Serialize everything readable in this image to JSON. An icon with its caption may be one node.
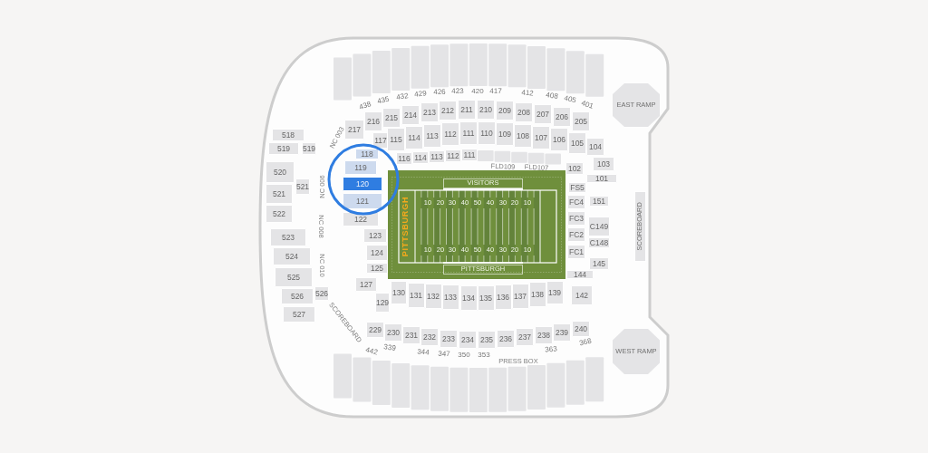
{
  "diagram": {
    "nodes": [
      {
        "text": [
          "217"
        ]
      },
      {
        "text": [
          "216"
        ]
      },
      {
        "text": [
          "215"
        ]
      },
      {
        "text": [
          "214"
        ]
      },
      {
        "text": [
          "213"
        ]
      },
      {
        "text": [
          "212"
        ]
      },
      {
        "text": [
          "211"
        ]
      },
      {
        "text": [
          "210"
        ]
      },
      {
        "text": [
          "209"
        ]
      },
      {
        "text": [
          "208"
        ]
      },
      {
        "text": [
          "207"
        ]
      },
      {
        "text": [
          "206"
        ]
      },
      {
        "text": [
          "205"
        ]
      },
      {
        "text": [
          "EAST RAMP"
        ]
      },
      {
        "text": [
          "117"
        ]
      },
      {
        "text": [
          "115"
        ]
      },
      {
        "text": [
          "114"
        ]
      },
      {
        "text": [
          "113"
        ]
      },
      {
        "text": [
          "112"
        ]
      },
      {
        "text": [
          "111"
        ]
      },
      {
        "text": [
          "110"
        ]
      },
      {
        "text": [
          "109"
        ]
      },
      {
        "text": [
          "108"
        ]
      },
      {
        "text": [
          "107"
        ]
      },
      {
        "text": [
          "106"
        ]
      },
      {
        "text": [
          "105"
        ]
      },
      {
        "text": [
          "104"
        ]
      },
      {
        "text": [
          "103"
        ]
      },
      {
        "text": [
          "116"
        ]
      },
      {
        "text": [
          "114"
        ]
      },
      {
        "text": [
          "113"
        ]
      },
      {
        "text": [
          "112"
        ]
      },
      {
        "text": [
          "111"
        ]
      },
      {
        "text": [
          "102"
        ]
      },
      {
        "text": [
          "101"
        ]
      },
      {
        "text": [
          "518"
        ]
      },
      {
        "text": [
          "519"
        ]
      },
      {
        "text": [
          "519"
        ]
      },
      {
        "text": [
          "520"
        ]
      },
      {
        "text": [
          "521"
        ]
      },
      {
        "text": [
          "521"
        ]
      },
      {
        "text": [
          "522"
        ]
      },
      {
        "text": [
          "523"
        ]
      },
      {
        "text": [
          "524"
        ]
      },
      {
        "text": [
          "525"
        ]
      },
      {
        "text": [
          "526"
        ]
      },
      {
        "text": [
          "526"
        ]
      },
      {
        "text": [
          "527"
        ]
      },
      {
        "text": [
          "118"
        ]
      },
      {
        "text": [
          "119"
        ]
      },
      {
        "text": [
          "120"
        ]
      },
      {
        "text": [
          "121"
        ]
      },
      {
        "text": [
          "122"
        ]
      },
      {
        "text": [
          "123"
        ]
      },
      {
        "text": [
          "124"
        ]
      },
      {
        "text": [
          "125"
        ]
      },
      {
        "text": [
          "127"
        ]
      },
      {
        "text": [
          "129"
        ]
      },
      {
        "text": [
          "130"
        ]
      },
      {
        "text": [
          "131"
        ]
      },
      {
        "text": [
          "132"
        ]
      },
      {
        "text": [
          "133"
        ]
      },
      {
        "text": [
          "134"
        ]
      },
      {
        "text": [
          "135"
        ]
      },
      {
        "text": [
          "136"
        ]
      },
      {
        "text": [
          "137"
        ]
      },
      {
        "text": [
          "138"
        ]
      },
      {
        "text": [
          "139"
        ]
      },
      {
        "text": [
          "142"
        ]
      },
      {
        "text": [
          "144"
        ]
      },
      {
        "text": [
          "145"
        ]
      },
      {
        "text": [
          "FS5"
        ]
      },
      {
        "text": [
          "FC4"
        ]
      },
      {
        "text": [
          "151"
        ]
      },
      {
        "text": [
          "FC3"
        ]
      },
      {
        "text": [
          "C149"
        ]
      },
      {
        "text": [
          "FC2"
        ]
      },
      {
        "text": [
          "C148"
        ]
      },
      {
        "text": [
          "FC1"
        ]
      },
      {
        "text": [
          "SCOREBOARD"
        ]
      },
      {
        "text": [
          "229"
        ]
      },
      {
        "text": [
          "230"
        ]
      },
      {
        "text": [
          "231"
        ]
      },
      {
        "text": [
          "232"
        ]
      },
      {
        "text": [
          "233"
        ]
      },
      {
        "text": [
          "234"
        ]
      },
      {
        "text": [
          "235"
        ]
      },
      {
        "text": [
          "236"
        ]
      },
      {
        "text": [
          "237"
        ]
      },
      {
        "text": [
          "238"
        ]
      },
      {
        "text": [
          "239"
        ]
      },
      {
        "text": [
          "240"
        ]
      },
      {
        "text": [
          "WEST RAMP"
        ]
      },
      {
        "text": [
          "PITTSBURGH"
        ]
      },
      {
        "text": [
          "VISITORS"
        ],
        "in": 93
      },
      {
        "text": [
          "PITTSBURGH"
        ],
        "in": 93
      }
    ],
    "labels": [
      "438",
      "435",
      "432",
      "429",
      "426",
      "423",
      "420",
      "417",
      "412",
      "408",
      "405",
      "401",
      "NC 003",
      "NC 006",
      "NC 008",
      "NC 010",
      "FLD109",
      "FLD107",
      "10",
      "20",
      "30",
      "40",
      "50",
      "40",
      "30",
      "20",
      "10",
      "10",
      "20",
      "30",
      "40",
      "50",
      "40",
      "30",
      "20",
      "10",
      "SCOREBOARD",
      "442",
      "339",
      "344",
      "347",
      "350",
      "353",
      "363",
      "368",
      "PRESS BOX"
    ]
  }
}
